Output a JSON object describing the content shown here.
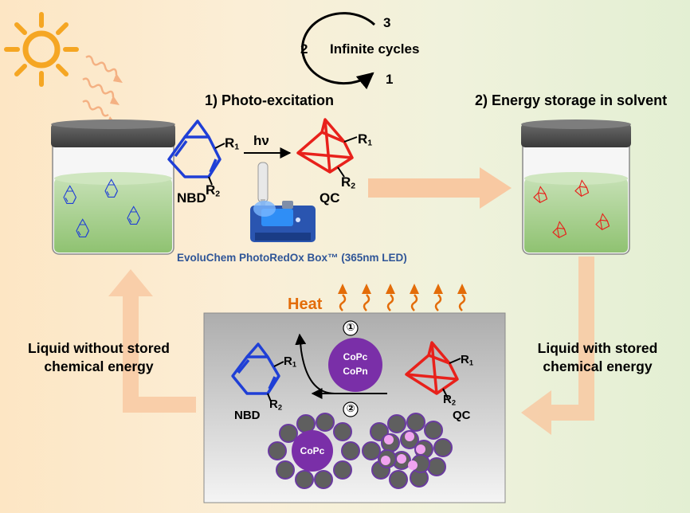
{
  "cycle": {
    "title": "Infinite cycles",
    "n1": "1",
    "n2": "2",
    "n3": "3"
  },
  "steps": {
    "photo": "1) Photo-excitation",
    "storage": "2) Energy storage in solvent"
  },
  "reaction": {
    "hv": "hν",
    "nbd": "NBD",
    "qc": "QC",
    "r1": "R",
    "r2": "R",
    "sub1": "1",
    "sub2": "2"
  },
  "device": {
    "caption": "EvoluChem PhotoRedOx Box™ (365nm LED)"
  },
  "heat": {
    "label": "Heat"
  },
  "catalysis": {
    "step1": "①",
    "step2": "②",
    "catalyst_line1": "CoPc",
    "catalyst_line2": "CoPn",
    "composite": "CoPc"
  },
  "side_labels": {
    "left_line1": "Liquid without stored",
    "left_line2": "chemical energy",
    "right_line1": "Liquid with stored",
    "right_line2": "chemical energy"
  },
  "colors": {
    "nbd": "#1f3fd6",
    "qc": "#e8211b",
    "heat": "#e36c09",
    "caption": "#2f5597",
    "catalyst": "#7a2fa8",
    "flow_arrow": "#f8c9a2",
    "liquid": "#a9d18e",
    "sun": "#f5a623"
  },
  "icons": {
    "sun": "sun-icon",
    "light": "wavy-light-icon",
    "heat": "wavy-heat-icon",
    "cycle": "cycle-arrow-icon"
  }
}
